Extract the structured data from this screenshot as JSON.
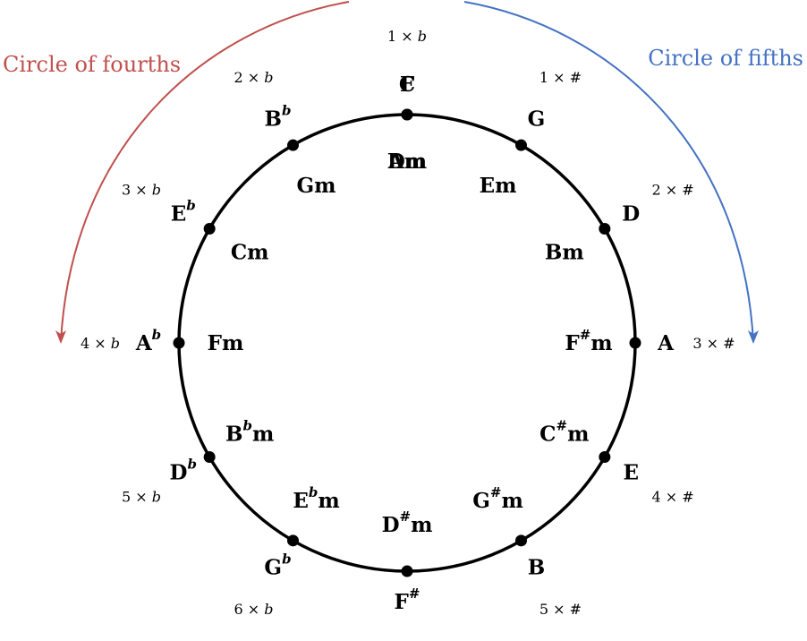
{
  "labels": {
    "fourths": "Circle of fourths",
    "fifths": "Circle of fifths"
  },
  "colors": {
    "fourths": "#c0504d",
    "fifths": "#4472c4",
    "circle": "#000000"
  },
  "keys": [
    {
      "major": "C",
      "major_acc": "",
      "minor": "Am",
      "minor_acc": "",
      "sig_count": "",
      "sig_symbol": ""
    },
    {
      "major": "G",
      "major_acc": "",
      "minor": "Em",
      "minor_acc": "",
      "sig_count": "1",
      "sig_symbol": "#"
    },
    {
      "major": "D",
      "major_acc": "",
      "minor": "Bm",
      "minor_acc": "",
      "sig_count": "2",
      "sig_symbol": "#"
    },
    {
      "major": "A",
      "major_acc": "",
      "minor": "F",
      "minor_acc": "#",
      "sig_count": "3",
      "sig_symbol": "#"
    },
    {
      "major": "E",
      "major_acc": "",
      "minor": "C",
      "minor_acc": "#",
      "sig_count": "4",
      "sig_symbol": "#"
    },
    {
      "major": "B",
      "major_acc": "",
      "minor": "G",
      "minor_acc": "#",
      "sig_count": "5",
      "sig_symbol": "#"
    },
    {
      "major": "F",
      "major_acc": "#",
      "minor": "D",
      "minor_acc": "#",
      "sig_count": "6",
      "sig_symbol": "#"
    },
    {
      "major": "G",
      "major_acc": "b",
      "minor": "E",
      "minor_acc": "b",
      "sig_count": "6",
      "sig_symbol": "b"
    },
    {
      "major": "D",
      "major_acc": "b",
      "minor": "B",
      "minor_acc": "b",
      "sig_count": "5",
      "sig_symbol": "b"
    },
    {
      "major": "A",
      "major_acc": "b",
      "minor": "Fm",
      "minor_acc": "",
      "sig_count": "4",
      "sig_symbol": "b"
    },
    {
      "major": "E",
      "major_acc": "b",
      "minor": "Cm",
      "minor_acc": "",
      "sig_count": "3",
      "sig_symbol": "b"
    },
    {
      "major": "B",
      "major_acc": "b",
      "minor": "Gm",
      "minor_acc": "",
      "sig_count": "2",
      "sig_symbol": "b"
    },
    {
      "major": "F",
      "major_acc": "",
      "minor": "Dm",
      "minor_acc": "",
      "sig_count": "1",
      "sig_symbol": "b"
    }
  ]
}
